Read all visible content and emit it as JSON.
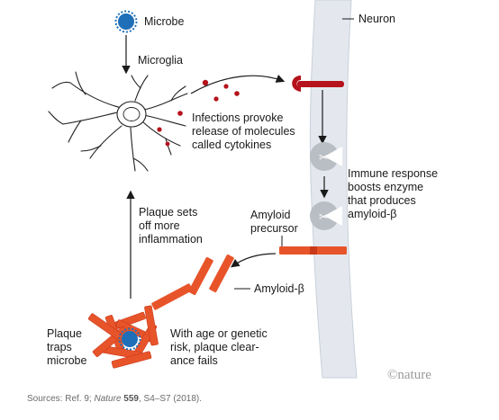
{
  "labels": {
    "microbe": "Microbe",
    "neuron": "Neuron",
    "microglia": "Microglia",
    "cytokines": "Infections provoke\nrelease of molecules\ncalled cytokines",
    "immune_response": "Immune response\nboosts enzyme\nthat produces\namyloid-β",
    "amyloid_precursor": "Amyloid\nprecursor",
    "plaque_inflammation": "Plaque sets\noff more\ninflammation",
    "amyloid_beta": "Amyloid-β",
    "plaque_traps": "Plaque\ntraps\nmicrobe",
    "age_risk": "With age or genetic\nrisk, plaque clear-\nance fails"
  },
  "logo": "©nature",
  "source": {
    "prefix": "Sources: Ref. 9; ",
    "journal": "Nature",
    "volume": "559",
    "pages": ", S4–S7 (2018)."
  },
  "colors": {
    "red": "#b5121b",
    "orange": "#e8542a",
    "membrane": "#e4e8ee",
    "enzyme": "#b9bec4",
    "microglia": "#ffffff",
    "microbe": "#1f6fb8"
  }
}
